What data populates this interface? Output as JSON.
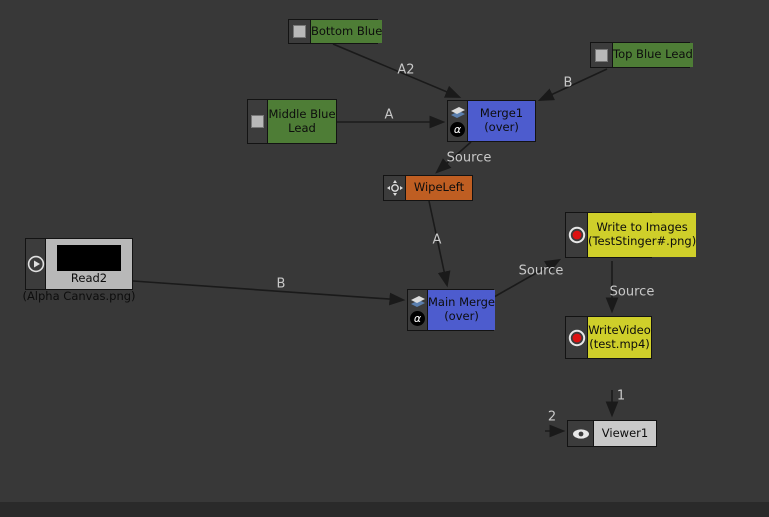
{
  "nodes": {
    "bottom_blue": {
      "label": "Bottom Blue"
    },
    "top_blue_lead": {
      "label": "Top Blue Lead"
    },
    "middle_blue_lead": {
      "label": "Middle Blue Lead"
    },
    "merge1": {
      "label": "Merge1",
      "sublabel": "(over)",
      "alpha": "α"
    },
    "wipe_left": {
      "label": "WipeLeft"
    },
    "read2": {
      "label": "Read2",
      "sublabel": "(Alpha Canvas.png)"
    },
    "main_merge": {
      "label": "Main Merge",
      "sublabel": "(over)",
      "alpha": "α"
    },
    "write_images": {
      "label": "Write to Images",
      "sublabel": "(TestStinger#.png)"
    },
    "write_video": {
      "label": "WriteVideo",
      "sublabel": "(test.mp4)"
    },
    "viewer1": {
      "label": "Viewer1"
    }
  },
  "edges": {
    "merge1_a2": "A2",
    "merge1_a": "A",
    "merge1_b": "B",
    "wipeleft_source": "Source",
    "mainmerge_a": "A",
    "mainmerge_b": "B",
    "writeimages_source": "Source",
    "writevideo_source": "Source",
    "viewer_input1": "1",
    "viewer_input2": "2"
  },
  "colors": {
    "canvas_bg": "#383838",
    "canvas_edge": "#2a2a2a",
    "green_node": "#4e7d36",
    "blue_node": "#4d5cce",
    "orange_node": "#bf5e22",
    "yellow_node": "#cfcf2a",
    "read_node": "#b8b8b8",
    "viewer_node": "#c9c9c9",
    "record_red": "#dd1111",
    "edge_label": "#c8c8c8"
  }
}
